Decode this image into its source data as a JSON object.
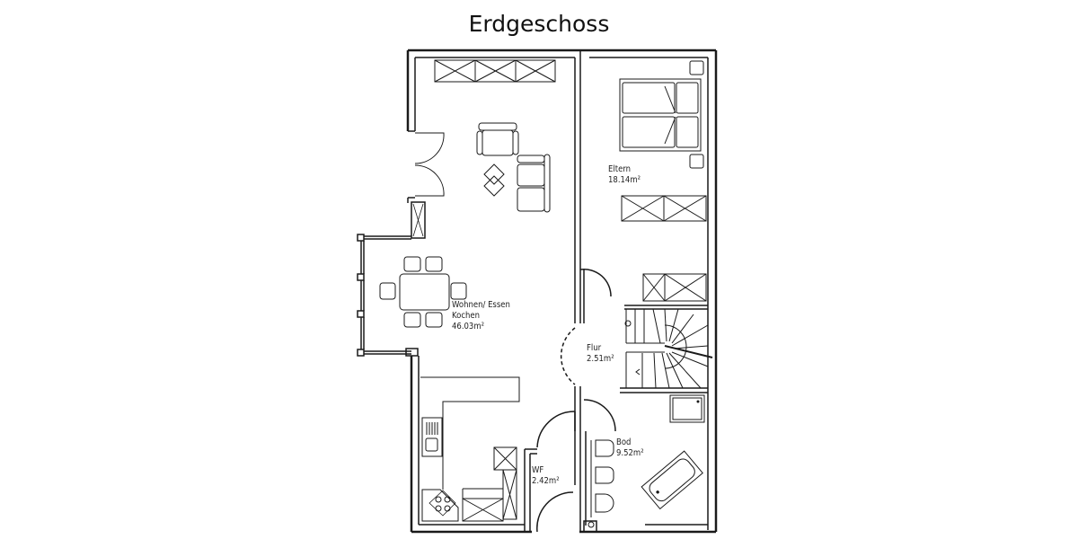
{
  "title": "Erdgeschoss",
  "rooms": [
    {
      "name": "Wohnen/ Essen",
      "name2": "Kochen",
      "area": "46.03m²"
    },
    {
      "name": "Eltern",
      "area": "18.14m²"
    },
    {
      "name": "Flur",
      "area": "2.51m²"
    },
    {
      "name": "Bod",
      "area": "9.52m²"
    },
    {
      "name": "WF",
      "area": "2.42m²"
    }
  ],
  "colors": {
    "line": "#1a1a1a",
    "background": "#ffffff"
  }
}
